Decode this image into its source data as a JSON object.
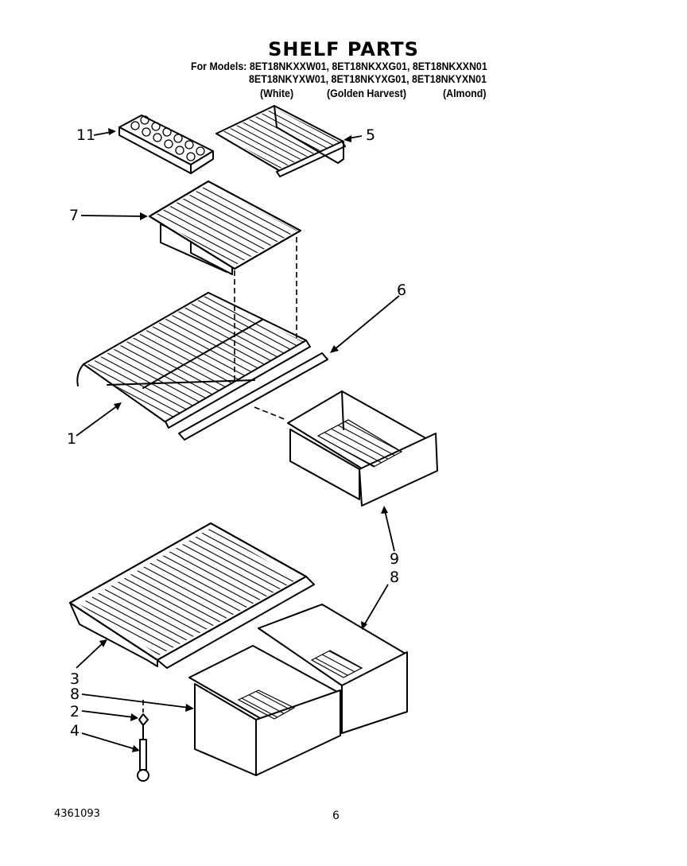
{
  "page": {
    "title": "SHELF PARTS",
    "models_prefix": "For Models:",
    "models_row1": "8ET18NKXXW01, 8ET18NKXXG01, 8ET18NKXXN01",
    "models_row2": "8ET18NKYXW01, 8ET18NKYXG01, 8ET18NKYXN01",
    "colors": [
      "(White)",
      "(Golden Harvest)",
      "(Almond)"
    ],
    "document_number": "4361093",
    "page_number": "6"
  },
  "callouts": [
    {
      "id": "11",
      "label": "11",
      "part": "ice-cube-tray"
    },
    {
      "id": "5",
      "label": "5",
      "part": "freezer-wire-shelf"
    },
    {
      "id": "7",
      "label": "7",
      "part": "upper-shelf-with-meat-pan"
    },
    {
      "id": "6",
      "label": "6",
      "part": "shelf-trim-strip"
    },
    {
      "id": "1",
      "label": "1",
      "part": "main-refrigerator-shelf"
    },
    {
      "id": "9",
      "label": "9",
      "part": "meat-pan-drawer"
    },
    {
      "id": "8a",
      "label": "8",
      "part": "crisper-drawer-right"
    },
    {
      "id": "3",
      "label": "3",
      "part": "crisper-cover-shelf"
    },
    {
      "id": "8b",
      "label": "8",
      "part": "crisper-drawer-left"
    },
    {
      "id": "2",
      "label": "2",
      "part": "support-cap"
    },
    {
      "id": "4",
      "label": "4",
      "part": "support-rod"
    }
  ]
}
